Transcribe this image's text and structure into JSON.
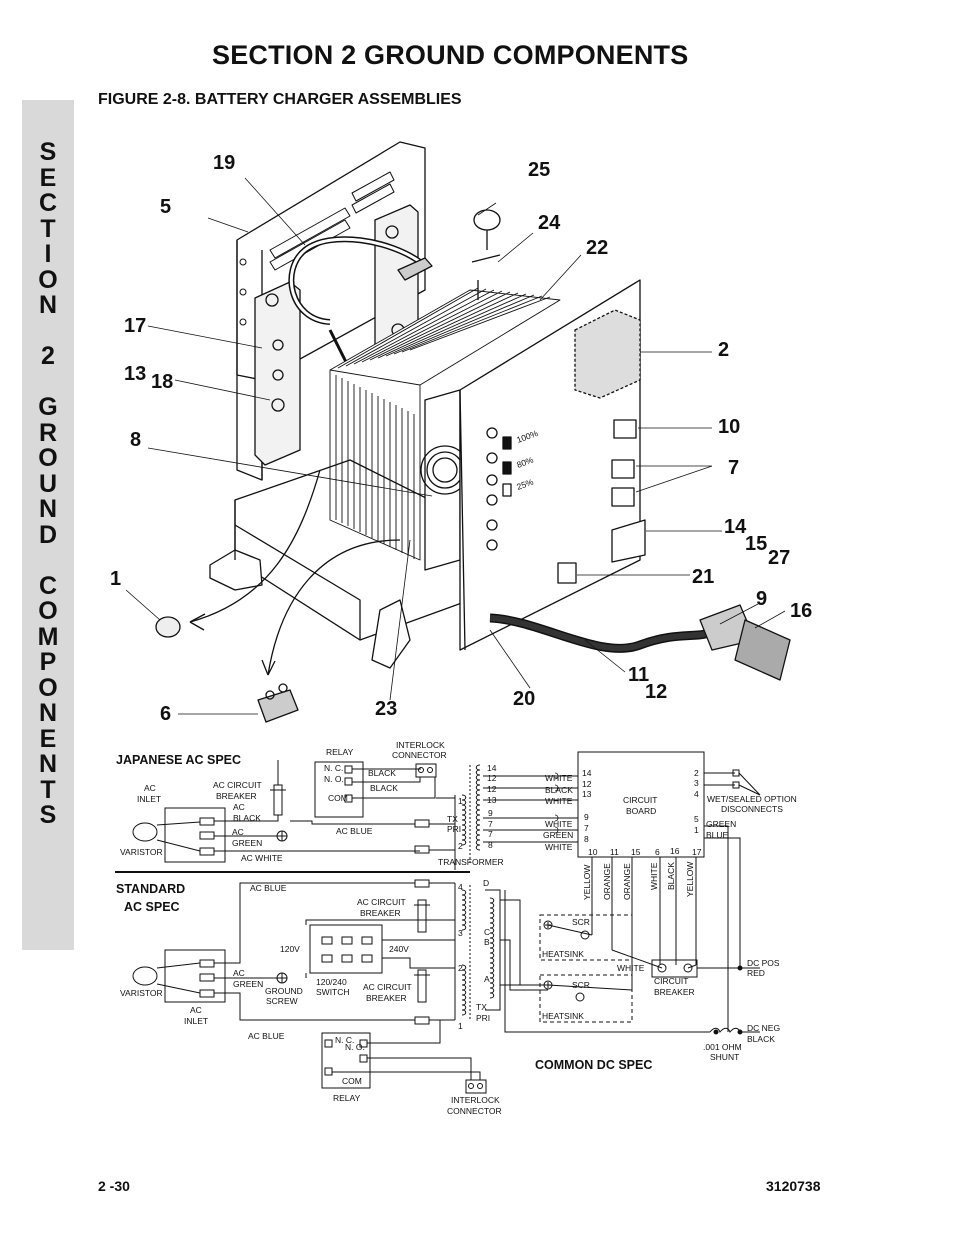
{
  "section_title": "SECTION 2   GROUND COMPONENTS",
  "figure_title": "FIGURE 2-8.    BATTERY CHARGER ASSEMBLIES",
  "side_tab_letters": [
    "S",
    "E",
    "C",
    "T",
    "I",
    "O",
    "N",
    " ",
    "2",
    " ",
    "G",
    "R",
    "O",
    "U",
    "N",
    "D",
    " ",
    "C",
    "O",
    "M",
    "P",
    "O",
    "N",
    "E",
    "N",
    "T",
    "S"
  ],
  "footer": {
    "page": "2 -30",
    "doc_number": "3120738"
  },
  "callouts": [
    "19",
    "25",
    "5",
    "24",
    "22",
    "17",
    "2",
    "13",
    "18",
    "10",
    "8",
    "7",
    "14",
    "15",
    "27",
    "1",
    "21",
    "9",
    "16",
    "11",
    "12",
    "6",
    "23",
    "20"
  ],
  "schematic": {
    "japanese_heading": "JAPANESE AC SPEC",
    "standard_heading_1": "STANDARD",
    "standard_heading_2": "AC SPEC",
    "common_heading": "COMMON DC SPEC",
    "relay": "RELAY",
    "interlock_1": "INTERLOCK",
    "interlock_2": "CONNECTOR",
    "nc": "N. C.",
    "no": "N. O.",
    "com": "COM",
    "black": "BLACK",
    "ac": "AC",
    "inlet": "INLET",
    "ac_circuit": "AC CIRCUIT",
    "breaker": "BREAKER",
    "ac_black": "BLACK",
    "ac_green": "GREEN",
    "ac_blue": "AC BLUE",
    "ac_white": "AC WHITE",
    "varistor": "VARISTOR",
    "tx": "TX",
    "pri": "PRI",
    "transformer": "TRANSFORMER",
    "circuit": "CIRCUIT",
    "board": "BOARD",
    "white": "WHITE",
    "green": "GREEN",
    "blue": "BLUE",
    "wet_sealed_1": "WET/SEALED OPTION",
    "wet_sealed_2": "DISCONNECTS",
    "yellow": "YELLOW",
    "orange": "ORANGE",
    "scr": "SCR",
    "heatsink": "HEATSINK",
    "dc_pos": "DC POS",
    "red": "RED",
    "dc_neg": "DC NEG",
    "dc_black": "BLACK",
    "shunt_1": ".001 OHM",
    "shunt_2": "SHUNT",
    "v120": "120V",
    "v240": "240V",
    "switch_1": "120/240",
    "switch_2": "SWITCH",
    "ground": "GROUND",
    "screw": "SCREW",
    "sec_d": "D",
    "sec_c": "C",
    "sec_b": "B",
    "sec_a": "A",
    "board_pins_left": [
      "14",
      "12",
      "13",
      "9",
      "7",
      "8"
    ],
    "board_pins_right": [
      "2",
      "3",
      "4",
      "5",
      "1"
    ],
    "board_pins_bottom": [
      "10",
      "11",
      "15",
      "6",
      "16",
      "17"
    ],
    "tx_left_pins": [
      "14",
      "12",
      "12",
      "13",
      "9",
      "7",
      "7",
      "8"
    ],
    "pri_pins": [
      "1",
      "2",
      "4",
      "3",
      "2",
      "1"
    ],
    "percent": [
      "100%",
      "80%",
      "25%"
    ]
  }
}
